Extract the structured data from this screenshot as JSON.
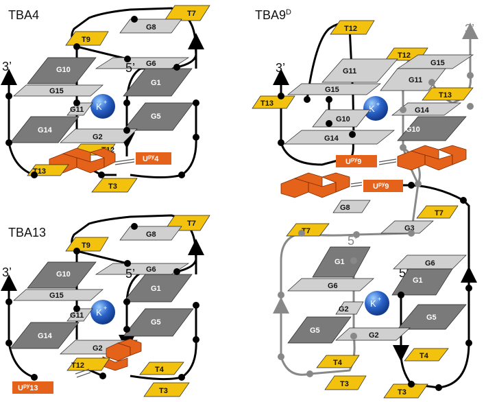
{
  "panels": {
    "tba4": {
      "title": "TBA4",
      "end3": "3’",
      "end5": "5’",
      "ion": "K",
      "ion_charge": "+",
      "bases": {
        "t7": "T7",
        "t9": "T9",
        "g8": "G8",
        "g10": "G10",
        "g6": "G6",
        "g15": "G15",
        "g1": "G1",
        "g11": "G11",
        "g5": "G5",
        "g14": "G14",
        "g2": "G2",
        "t12": "T12",
        "t13": "T13",
        "upy": "U",
        "upy_sup": "py",
        "upy_num": "4",
        "t3": "T3"
      }
    },
    "tba13": {
      "title": "TBA13",
      "end3": "3’",
      "end5": "5’",
      "ion": "K",
      "ion_charge": "+",
      "bases": {
        "t7": "T7",
        "t9": "T9",
        "g8": "G8",
        "g10": "G10",
        "g6": "G6",
        "g15": "G15",
        "g1": "G1",
        "g11": "G11",
        "g5": "G5",
        "g14": "G14",
        "g2": "G2",
        "t12": "T12",
        "t4": "T4",
        "upy": "U",
        "upy_sup": "py",
        "upy_num": "13",
        "t3": "T3"
      }
    },
    "tba9d": {
      "title": "TBA9",
      "title_sup": "D",
      "end3_top": "3’",
      "end3_left": "3’",
      "end5_a": "5’",
      "end5_b": "5’",
      "ion": "K",
      "ion_charge": "+",
      "bases": {
        "t12": "T12",
        "t12b": "T12",
        "g11a": "G11",
        "g15a": "G15",
        "g11b": "G11",
        "g15b": "G15",
        "t13a": "T13",
        "t13b": "T13",
        "g14a": "G14",
        "g10a": "G10",
        "g14b": "G14",
        "g10b": "G10",
        "upy_a": "U",
        "upy_a_sup": "py",
        "upy_a_num": "9",
        "upy_b": "U",
        "upy_b_sup": "py",
        "upy_b_num": "9",
        "g8": "G8",
        "t7a": "T7",
        "t7b": "T7",
        "g3": "G3",
        "g1a": "G1",
        "g6a": "G6",
        "g6b": "G6",
        "g1b": "G1",
        "g2a": "G2",
        "g5a": "G5",
        "g5b": "G5",
        "g2b": "G2",
        "t4a": "T4",
        "t4b": "T4",
        "t3a": "T3",
        "t3b": "T3"
      }
    }
  },
  "colors": {
    "guanine_light": "#d0d0d0",
    "guanine_dark": "#7a7a7a",
    "thymine": "#f2c20f",
    "pyrene": "#e5621b",
    "strand": "#000000",
    "strand_second": "#888888",
    "ion": "#2a62c8"
  }
}
